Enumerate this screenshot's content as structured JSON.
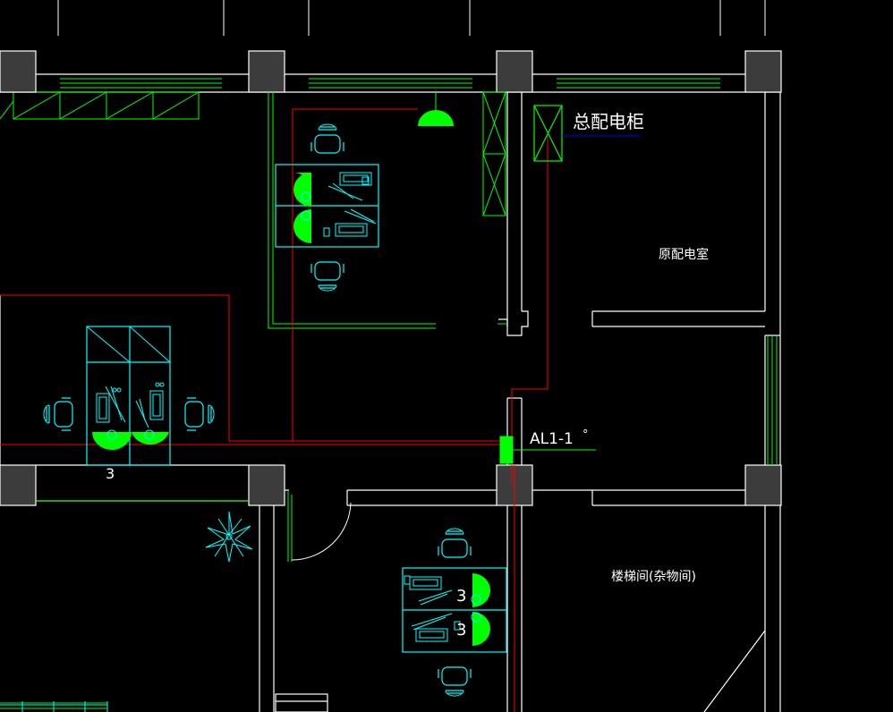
{
  "drawing": {
    "labels": {
      "main_panel": "总配电柜",
      "distribution_room": "原配电室",
      "circuit_tag": "AL1-1",
      "circuit_tag_mark": "°",
      "stair_room": "楼梯间(杂物间)",
      "fixture_count_left": "3",
      "fixture_count_right_top": "3",
      "fixture_count_right_bottom": "3"
    },
    "colors": {
      "wall": "#ffffff",
      "column_fill": "#3c3c3c",
      "furniture": "#00ffff",
      "window": "#00ff00",
      "lamp": "#00ff00",
      "circuit": "#ff0000",
      "leader": "#0000ff",
      "background": "#000000"
    },
    "icons": [
      "lamp-icon",
      "chair-icon",
      "desk-icon",
      "plant-icon",
      "door-swing-icon",
      "panel-box-icon"
    ]
  }
}
